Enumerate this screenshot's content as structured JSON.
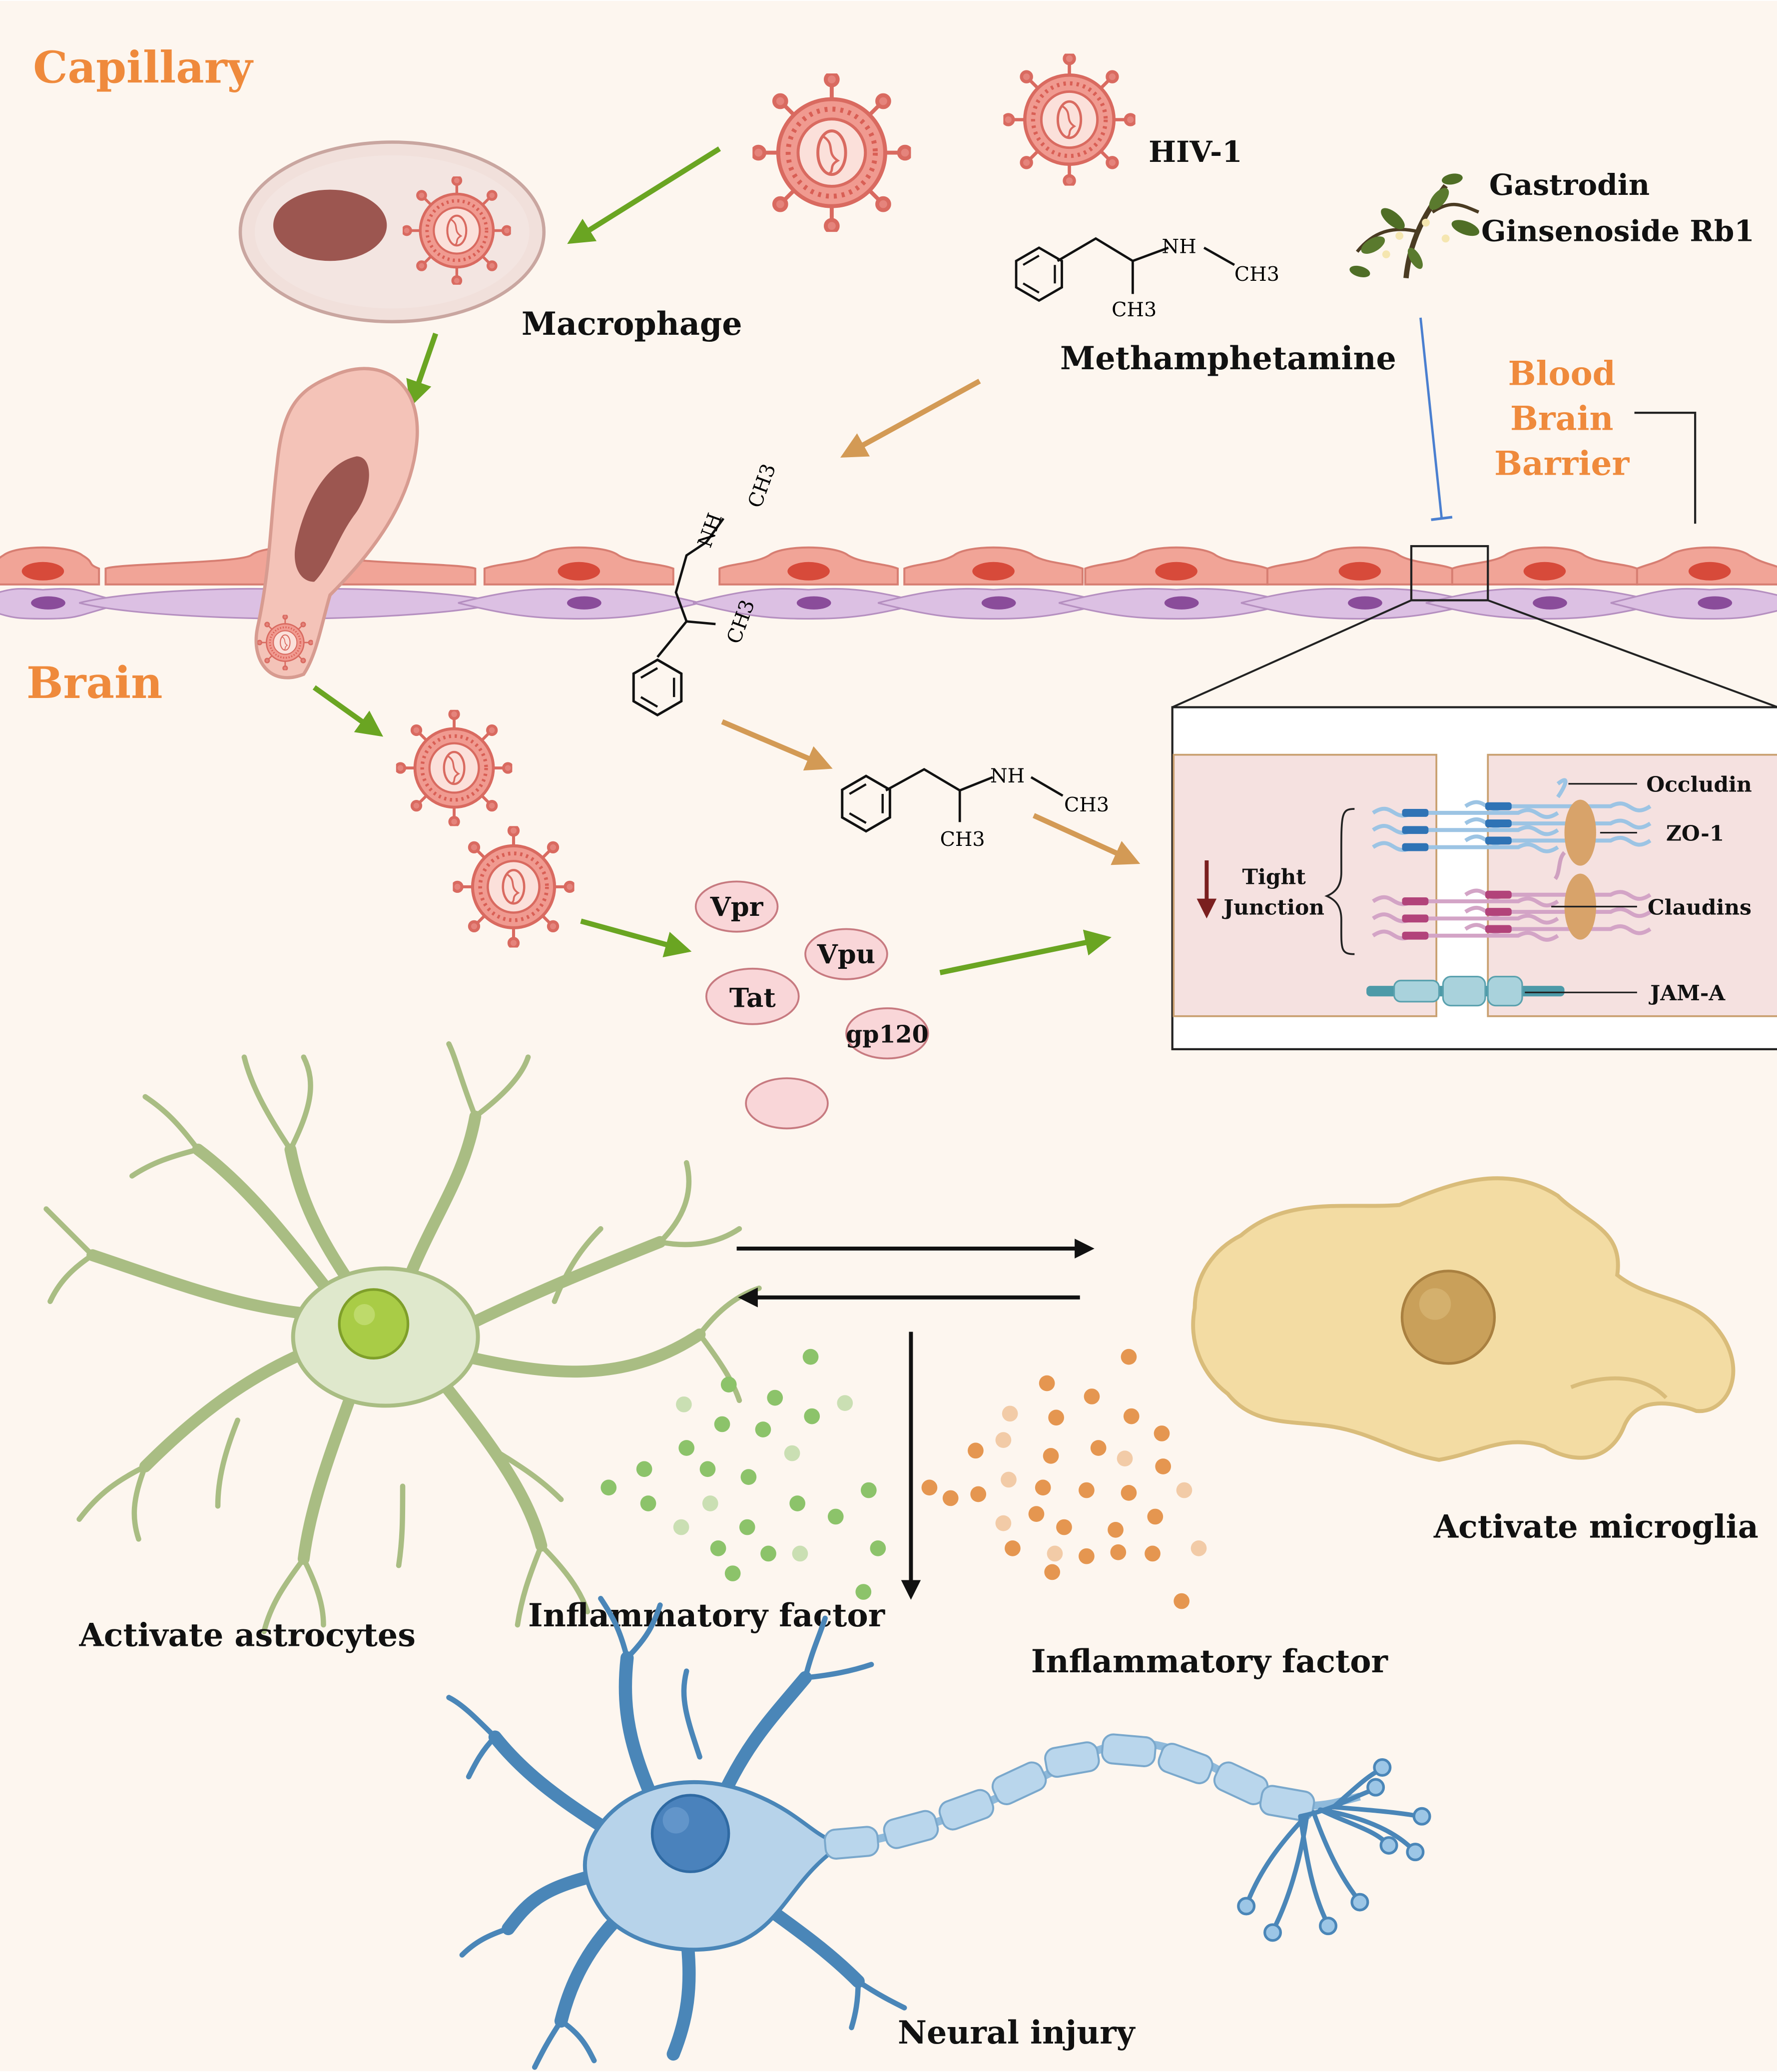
{
  "colors": {
    "background": "#fdf6ef",
    "region_label": "#ef8a3c",
    "flow_arrow": "#6aa522",
    "meth_arrow": "#d39a55",
    "inhibit_line": "#4a7fd0",
    "virus": "#e5847c",
    "endothelial": "#f1a497",
    "pericyte": "#d7b7de",
    "astrocyte": "#dfe8cc",
    "microglia": "#f3dca3",
    "neuron": "#a9c9e4",
    "astro_factor": "#8cc36a",
    "micro_factor": "#e59650"
  },
  "regions": {
    "capillary": "Capillary",
    "brain": "Brain",
    "bbb_line1": "Blood",
    "bbb_line2": "Brain",
    "bbb_line3": "Barrier"
  },
  "labels": {
    "hiv": "HIV-1",
    "macrophage": "Macrophage",
    "drug1": "Gastrodin",
    "drug2": "Ginsenoside Rb1",
    "meth": "Methamphetamine",
    "nh": "NH",
    "ch3": "CH3",
    "astro": "Activate astrocytes",
    "micro": "Activate microglia",
    "infl1": "Inflammatory factor",
    "infl2": "Inflammatory factor",
    "injury": "Neural injury"
  },
  "proteins": {
    "vpr": "Vpr",
    "vpu": "Vpu",
    "tat": "Tat",
    "gp120": "gp120"
  },
  "junction": {
    "tight1": "Tight",
    "tight2": "Junction",
    "occludin": "Occludin",
    "zo1": "ZO-1",
    "claudins": "Claudins",
    "jama": "JAM-A"
  }
}
